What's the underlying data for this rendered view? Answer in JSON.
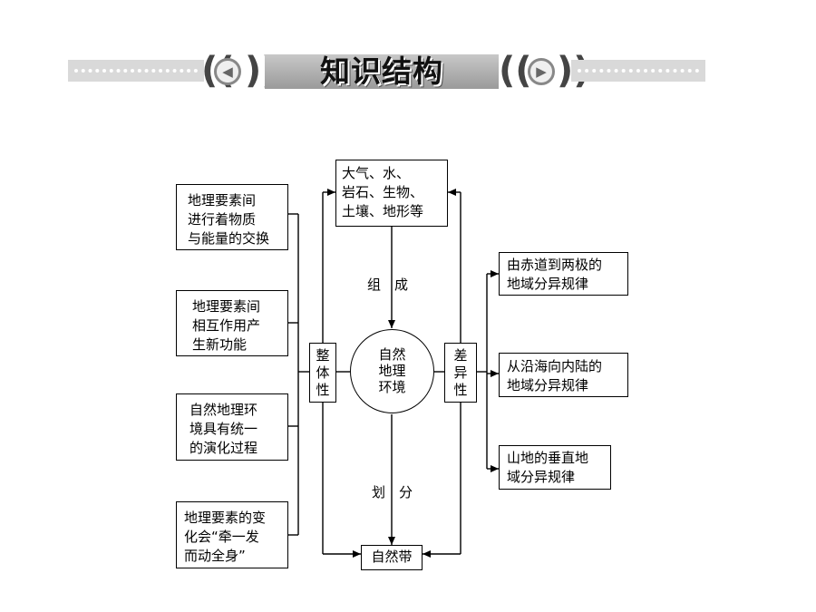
{
  "banner": {
    "title": "知识结构"
  },
  "center": {
    "lines": [
      "自然",
      "地理",
      "环境"
    ]
  },
  "top_box": {
    "lines": [
      "大气、水、",
      "岩石、生物、",
      "土壤、地形等"
    ]
  },
  "bottom_box": {
    "label": "自然带"
  },
  "edges": {
    "compose": "组　成",
    "divide": "划　分"
  },
  "integrity": {
    "label_lines": [
      "整",
      "体",
      "性"
    ],
    "items": [
      {
        "lines": [
          "地理要素间",
          "进行着物质",
          "与能量的交换"
        ]
      },
      {
        "lines": [
          "地理要素间",
          "相互作用产",
          "生新功能"
        ]
      },
      {
        "lines": [
          "自然地理环",
          "境具有统一",
          "的演化过程"
        ]
      },
      {
        "lines": [
          "地理要素的变",
          "化会“牵一发",
          "而动全身”"
        ]
      }
    ]
  },
  "difference": {
    "label_lines": [
      "差",
      "异",
      "性"
    ],
    "items": [
      {
        "lines": [
          "由赤道到两极的",
          "地域分异规律"
        ]
      },
      {
        "lines": [
          "从沿海向内陆的",
          "地域分异规律"
        ]
      },
      {
        "lines": [
          "山地的垂直地",
          "域分异规律"
        ]
      }
    ]
  },
  "colors": {
    "line": "#000000",
    "banner_gray": "#d9d9d9"
  }
}
